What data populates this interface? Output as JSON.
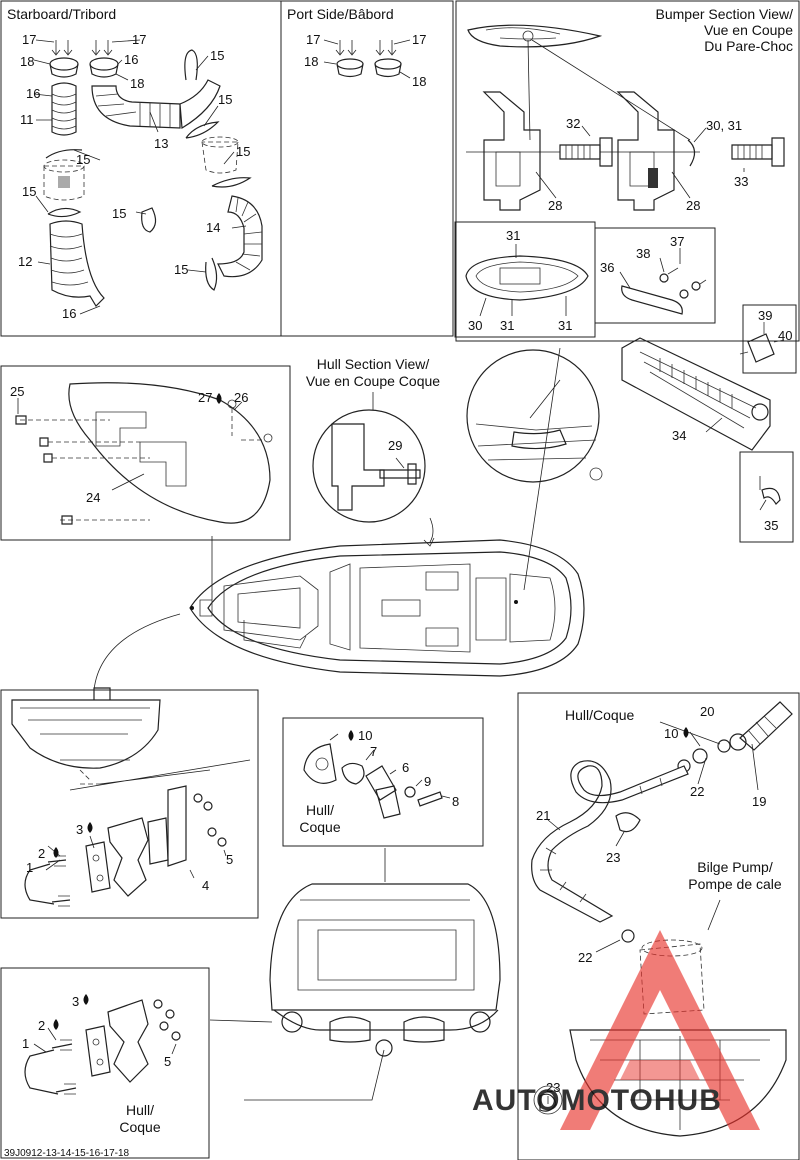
{
  "panels": {
    "starboard": {
      "title": "Starboard/Tribord"
    },
    "port": {
      "title": "Port Side/Bâbord"
    },
    "bumper": {
      "title_line1": "Bumper Section View/",
      "title_line2": "Vue en Coupe",
      "title_line3": "Du Pare-Choc"
    },
    "hull_section": {
      "title_line1": "Hull Section View/",
      "title_line2": "Vue en Coupe Coque"
    },
    "drain": {
      "label_line1": "Hull/",
      "label_line2": "Coque"
    },
    "bilge": {
      "hull_label": "Hull/Coque",
      "title_line1": "Bilge Pump/",
      "title_line2": "Pompe de cale"
    },
    "eyelet_lower": {
      "label_line1": "Hull/",
      "label_line2": "Coque"
    }
  },
  "callouts": {
    "n1": "1",
    "n2": "2",
    "n3": "3",
    "n4": "4",
    "n5": "5",
    "n6": "6",
    "n7": "7",
    "n8": "8",
    "n9": "9",
    "n10": "10",
    "n11": "11",
    "n12": "12",
    "n13": "13",
    "n14": "14",
    "n15": "15",
    "n16": "16",
    "n17": "17",
    "n18": "18",
    "n19": "19",
    "n20": "20",
    "n21": "21",
    "n22": "22",
    "n23": "23",
    "n24": "24",
    "n25": "25",
    "n26": "26",
    "n27": "27",
    "n28": "28",
    "n29": "29",
    "n30_31": "30, 31",
    "n30": "30",
    "n31": "31",
    "n32": "32",
    "n33": "33",
    "n34": "34",
    "n35": "35",
    "n36": "36",
    "n37": "37",
    "n38": "38",
    "n39": "39",
    "n40": "40"
  },
  "footer": {
    "code": "39J0912-13-14-15-16-17-18"
  },
  "watermark": {
    "text": "AUTOMOTOHUB",
    "color": "#e8322b",
    "accent": "#f3a64a"
  }
}
